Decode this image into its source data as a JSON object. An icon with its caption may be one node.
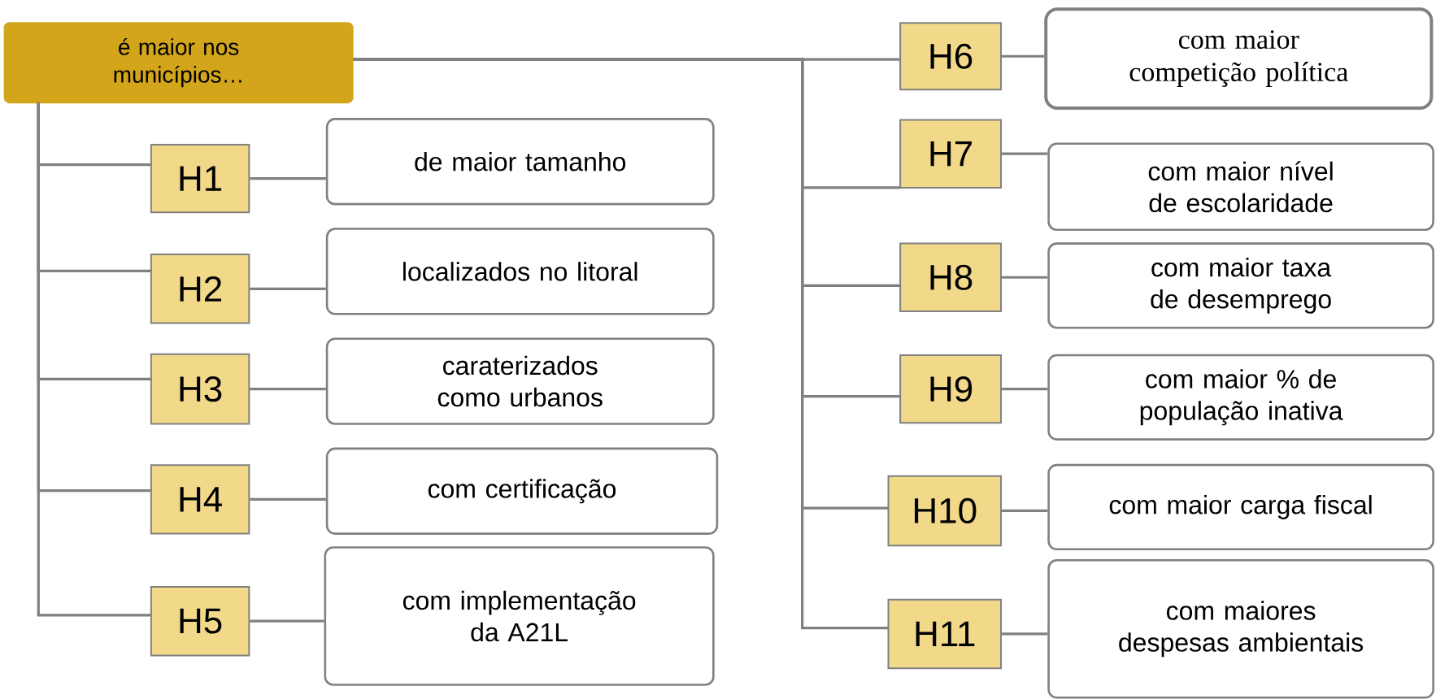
{
  "diagram": {
    "nodes": [
      {
        "text": [
          "é maior nos municípios…"
        ]
      },
      {
        "text": [
          "H1"
        ]
      },
      {
        "text": [
          "de maior tamanho"
        ]
      },
      {
        "text": [
          "H2"
        ]
      },
      {
        "text": [
          "localizados no litoral"
        ]
      },
      {
        "text": [
          "H3"
        ]
      },
      {
        "text": [
          "caraterizados como urbanos"
        ]
      },
      {
        "text": [
          "H4"
        ]
      },
      {
        "text": [
          "com certificação"
        ]
      },
      {
        "text": [
          "H5"
        ]
      },
      {
        "text": [
          "com implementação da A21L"
        ]
      },
      {
        "text": [
          "H6"
        ]
      },
      {
        "text": [
          "com maior competição política"
        ]
      },
      {
        "text": [
          "H7"
        ]
      },
      {
        "text": [
          "com maior nível de escolaridade"
        ]
      },
      {
        "text": [
          "H8"
        ]
      },
      {
        "text": [
          "com maior taxa de desemprego"
        ]
      },
      {
        "text": [
          "H9"
        ]
      },
      {
        "text": [
          "com maior % de população inativa"
        ]
      },
      {
        "text": [
          "H10"
        ]
      },
      {
        "text": [
          "com maior carga fiscal"
        ]
      },
      {
        "text": [
          "H11"
        ]
      },
      {
        "text": [
          "com maiores despesas ambientais"
        ]
      }
    ],
    "edges": [
      {
        "from": 0,
        "to": 1,
        "arrow": "none"
      },
      {
        "from": 1,
        "to": 2,
        "arrow": "none"
      },
      {
        "from": 0,
        "to": 3,
        "arrow": "none"
      },
      {
        "from": 3,
        "to": 4,
        "arrow": "none"
      },
      {
        "from": 0,
        "to": 5,
        "arrow": "none"
      },
      {
        "from": 5,
        "to": 6,
        "arrow": "none"
      },
      {
        "from": 0,
        "to": 7,
        "arrow": "none"
      },
      {
        "from": 7,
        "to": 8,
        "arrow": "none"
      },
      {
        "from": 0,
        "to": 9,
        "arrow": "none"
      },
      {
        "from": 9,
        "to": 10,
        "arrow": "none"
      },
      {
        "from": 0,
        "to": 11,
        "arrow": "none"
      },
      {
        "from": 11,
        "to": 12,
        "arrow": "none"
      },
      {
        "from": 0,
        "to": 13,
        "arrow": "none"
      },
      {
        "from": 13,
        "to": 14,
        "arrow": "none"
      },
      {
        "from": 0,
        "to": 15,
        "arrow": "none"
      },
      {
        "from": 15,
        "to": 16,
        "arrow": "none"
      },
      {
        "from": 0,
        "to": 17,
        "arrow": "none"
      },
      {
        "from": 17,
        "to": 18,
        "arrow": "none"
      },
      {
        "from": 0,
        "to": 19,
        "arrow": "none"
      },
      {
        "from": 19,
        "to": 20,
        "arrow": "none"
      },
      {
        "from": 0,
        "to": 21,
        "arrow": "none"
      },
      {
        "from": 21,
        "to": 22,
        "arrow": "none"
      }
    ]
  }
}
